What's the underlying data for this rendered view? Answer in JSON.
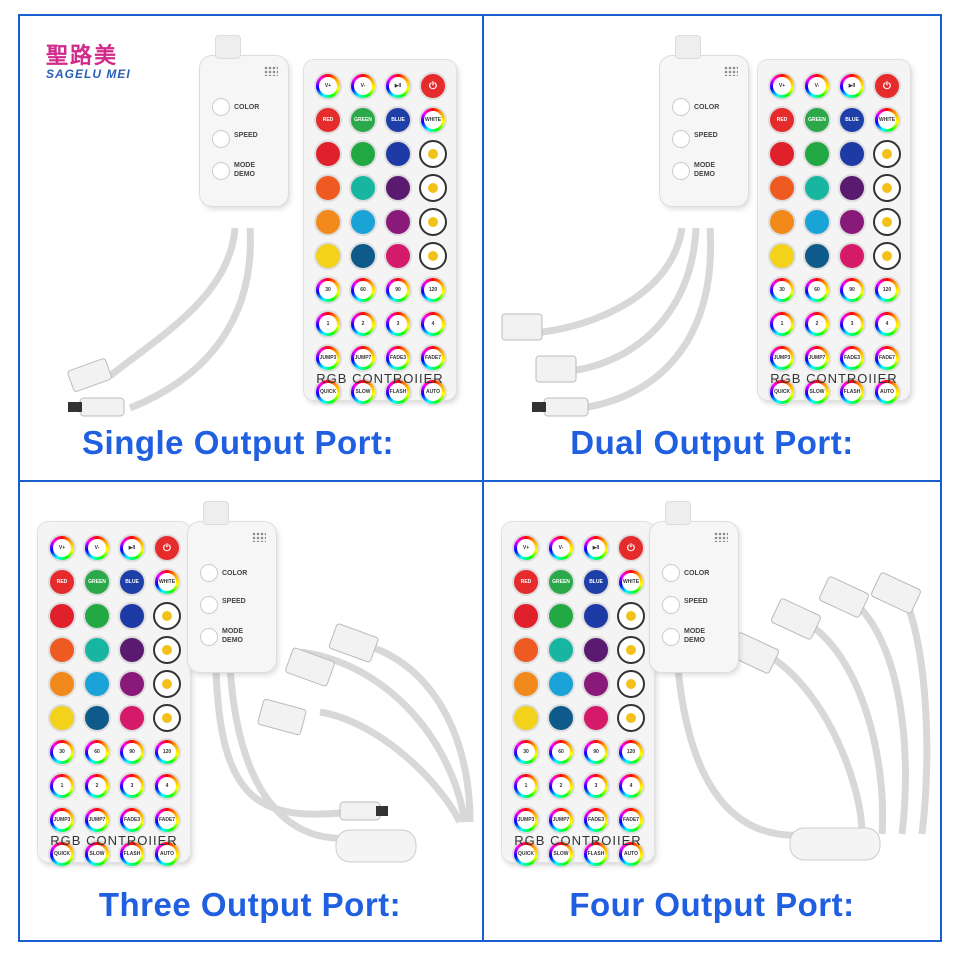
{
  "logo": {
    "chinese": "聖路美",
    "english": "SAGELU MEI"
  },
  "remote": {
    "title": "RGB CONTROIIER",
    "buttons": [
      {
        "label": "V+",
        "style": "ring"
      },
      {
        "label": "V-",
        "style": "ring"
      },
      {
        "label": "▶II",
        "style": "ring"
      },
      {
        "label": "⏻",
        "style": "power"
      },
      {
        "label": "RED",
        "color": "#e52b2b"
      },
      {
        "label": "GREEN",
        "color": "#2aa84a"
      },
      {
        "label": "BLUE",
        "color": "#1f3fa8"
      },
      {
        "label": "WHITE",
        "style": "ring"
      },
      {
        "label": "",
        "color": "#e0202a"
      },
      {
        "label": "",
        "color": "#22a842"
      },
      {
        "label": "",
        "color": "#1d3aa5"
      },
      {
        "label": "",
        "style": "bulb"
      },
      {
        "label": "",
        "color": "#ef5a22"
      },
      {
        "label": "",
        "color": "#18b6a0"
      },
      {
        "label": "",
        "color": "#5a1a70"
      },
      {
        "label": "",
        "style": "bulb"
      },
      {
        "label": "",
        "color": "#f28a1b"
      },
      {
        "label": "",
        "color": "#1aa3d6"
      },
      {
        "label": "",
        "color": "#8a1a7a"
      },
      {
        "label": "",
        "style": "bulb"
      },
      {
        "label": "",
        "color": "#f2d21b"
      },
      {
        "label": "",
        "color": "#0e5a8a"
      },
      {
        "label": "",
        "color": "#d61a6a"
      },
      {
        "label": "",
        "style": "bulb"
      },
      {
        "label": "30",
        "style": "ring"
      },
      {
        "label": "60",
        "style": "ring"
      },
      {
        "label": "90",
        "style": "ring"
      },
      {
        "label": "120",
        "style": "ring"
      },
      {
        "label": "1",
        "style": "ring"
      },
      {
        "label": "2",
        "style": "ring"
      },
      {
        "label": "3",
        "style": "ring"
      },
      {
        "label": "4",
        "style": "ring"
      },
      {
        "label": "JUMP3",
        "style": "ring"
      },
      {
        "label": "JUMP7",
        "style": "ring"
      },
      {
        "label": "FADE3",
        "style": "ring"
      },
      {
        "label": "FADE7",
        "style": "ring"
      },
      {
        "label": "QUICK",
        "style": "ring"
      },
      {
        "label": "SLOW",
        "style": "ring"
      },
      {
        "label": "FLASH",
        "style": "ring"
      },
      {
        "label": "AUTO",
        "style": "ring"
      }
    ]
  },
  "controller": {
    "color": "COLOR",
    "speed": "SPEED",
    "mode": "MODE",
    "demo": "DEMO"
  },
  "captions": {
    "single": "Single Output Port:",
    "dual": "Dual Output Port:",
    "three": "Three Output Port:",
    "four": "Four Output Port:"
  }
}
